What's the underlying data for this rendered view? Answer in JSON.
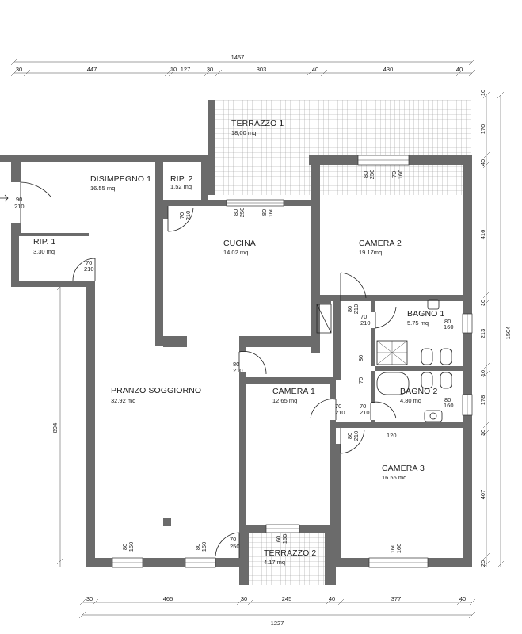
{
  "rooms": [
    {
      "key": "terrazzo1",
      "name": "TERRAZZO 1",
      "area": "18,00 mq"
    },
    {
      "key": "disimpegno1",
      "name": "DISIMPEGNO 1",
      "area": "16.55 mq"
    },
    {
      "key": "rip2",
      "name": "RIP. 2",
      "area": "1.52 mq"
    },
    {
      "key": "cucina",
      "name": "CUCINA",
      "area": "14.02 mq"
    },
    {
      "key": "camera2",
      "name": "CAMERA 2",
      "area": "19.17mq"
    },
    {
      "key": "rip1",
      "name": "RIP. 1",
      "area": "3.30 mq"
    },
    {
      "key": "bagno1",
      "name": "BAGNO 1",
      "area": "5.75 mq"
    },
    {
      "key": "bagno2",
      "name": "BAGNO 2",
      "area": "4.80 mq"
    },
    {
      "key": "pranzo",
      "name": "PRANZO SOGGIORNO",
      "area": "32.92 mq"
    },
    {
      "key": "camera1",
      "name": "CAMERA 1",
      "area": "12.65 mq"
    },
    {
      "key": "camera3",
      "name": "CAMERA 3",
      "area": "16.55 mq"
    },
    {
      "key": "terrazzo2",
      "name": "TERRAZZO 2",
      "area": "4.17 mq"
    }
  ],
  "dimensions": {
    "top_total": "1457",
    "top_segments": [
      "30",
      "447",
      "10",
      "127",
      "30",
      "303",
      "40",
      "430",
      "40"
    ],
    "right_total": "1504",
    "right_segments": [
      "10",
      "170",
      "40",
      "416",
      "10",
      "213",
      "10",
      "178",
      "10",
      "407",
      "20"
    ],
    "left_side": "894",
    "bottom_total": "1227",
    "bottom_segments": [
      "30",
      "465",
      "30",
      "245",
      "40",
      "377",
      "40"
    ]
  },
  "doors": {
    "entrance": {
      "w": "90",
      "h": "210"
    },
    "rip1": {
      "w": "70",
      "h": "210"
    },
    "rip2": {
      "w": "70",
      "h": "210"
    },
    "cucina_window_left": {
      "w": "80",
      "h": "250"
    },
    "cucina_window_right": {
      "w": "80",
      "h": "160"
    },
    "camera2_window_left": {
      "w": "80",
      "h": "250"
    },
    "camera2_window_right": {
      "w": "70",
      "h": "160"
    },
    "camera2_door": {
      "w": "80",
      "h": "210"
    },
    "bagno1_door": {
      "w": "70",
      "h": "210"
    },
    "bagno1_window": {
      "w": "80",
      "h": "160"
    },
    "pranzo_door": {
      "w": "80",
      "h": "210"
    },
    "corridor_80": "80",
    "corridor_70": "70",
    "camera1_door": {
      "w": "70",
      "h": "210"
    },
    "bagno2_door": {
      "w": "70",
      "h": "210"
    },
    "bagno2_window": {
      "w": "80",
      "h": "160"
    },
    "camera3_door": {
      "w": "80",
      "h": "210"
    },
    "corridor_120": "120",
    "pranzo_window_1": {
      "w": "80",
      "h": "160"
    },
    "pranzo_window_2": {
      "w": "80",
      "h": "160"
    },
    "terrazzo2_door": {
      "w": "70",
      "h": "250"
    },
    "terrazzo2_window": {
      "w": "60",
      "h": "160"
    },
    "camera3_window": {
      "w": "160",
      "h": "160"
    }
  },
  "colors": {
    "wall": "#6b6b6b",
    "terrace_hatch": "#9a9a9a",
    "background": "#ffffff"
  }
}
